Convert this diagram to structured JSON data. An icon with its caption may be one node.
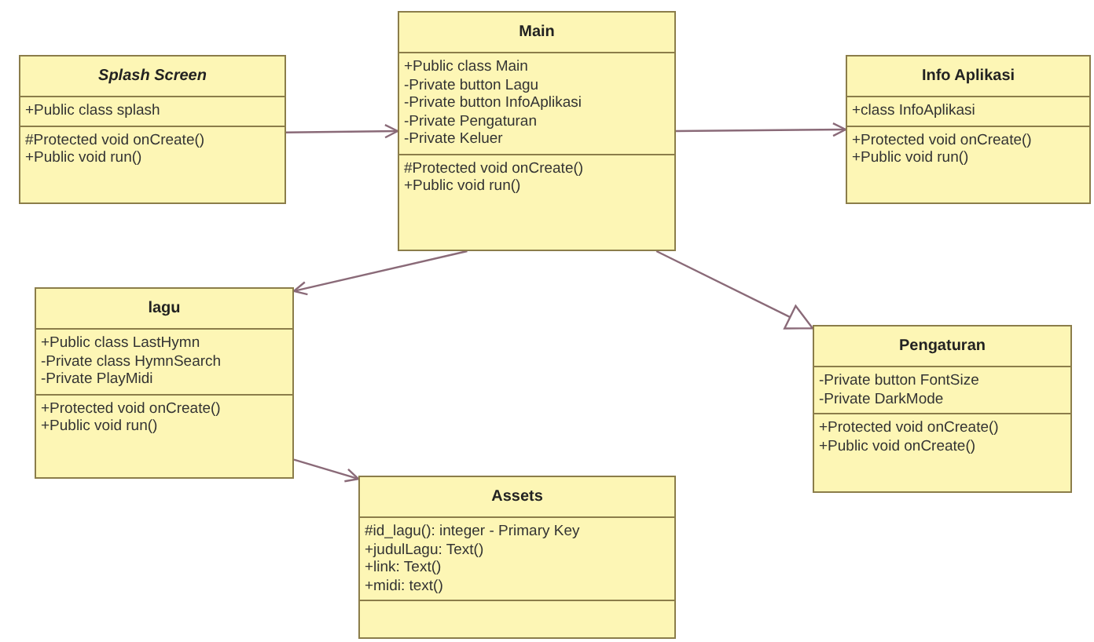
{
  "diagram": {
    "nodes": [
      {
        "text": [
          "Splash Screen"
        ]
      },
      {
        "text": [
          "+Public class splash"
        ],
        "in": 0
      },
      {
        "text": [
          "#Protected void onCreate()",
          "+Public void run()"
        ],
        "in": 0
      },
      {
        "text": [
          "Main"
        ]
      },
      {
        "text": [
          "+Public class Main",
          "-Private button Lagu",
          "-Private button InfoAplikasi",
          "-Private Pengaturan",
          "-Private Keluer"
        ],
        "in": 3
      },
      {
        "text": [
          "#Protected void onCreate()",
          "+Public void run()"
        ],
        "in": 3
      },
      {
        "text": [
          "Info Aplikasi"
        ]
      },
      {
        "text": [
          "+class InfoAplikasi"
        ],
        "in": 6
      },
      {
        "text": [
          "+Protected void onCreate()",
          "+Public void run()"
        ],
        "in": 6
      },
      {
        "text": [
          "lagu"
        ]
      },
      {
        "text": [
          "+Public class LastHymn",
          "-Private class HymnSearch",
          "-Private PlayMidi"
        ],
        "in": 9
      },
      {
        "text": [
          "+Protected void onCreate()",
          "+Public void run()"
        ],
        "in": 9
      },
      {
        "text": [
          "Pengaturan"
        ]
      },
      {
        "text": [
          "-Private button FontSize",
          "-Private DarkMode"
        ],
        "in": 12
      },
      {
        "text": [
          "+Protected void onCreate()",
          "+Public void onCreate()"
        ],
        "in": 12
      },
      {
        "text": [
          "Assets"
        ]
      },
      {
        "text": [
          "#id_lagu(): integer - Primary Key",
          "+judulLagu: Text()",
          "+link: Text()",
          "+midi: text()"
        ],
        "in": 15
      },
      {
        "text": [],
        "shape": "box",
        "in": 15
      }
    ],
    "edges": [
      {
        "from": 0,
        "to": 3,
        "arrow": "to"
      },
      {
        "from": 3,
        "to": 6,
        "arrow": "to"
      },
      {
        "from": 3,
        "to": 9,
        "arrow": "to"
      },
      {
        "from": 3,
        "to": 12,
        "arrow": "to"
      },
      {
        "from": 9,
        "to": 15,
        "arrow": "to"
      }
    ]
  }
}
